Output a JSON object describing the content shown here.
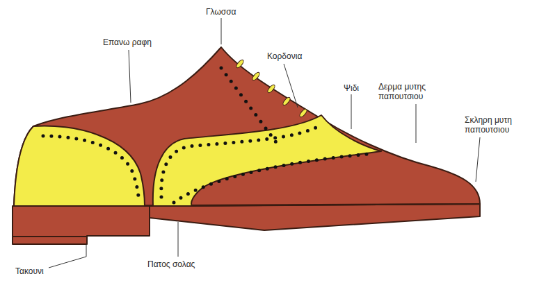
{
  "diagram": {
    "labels": [
      "Γλωσσα",
      "Επανω ραφη",
      "Κορδονια",
      "Ψιδι",
      "Δερμα μυτης παπουτσιου",
      "Σκληρη μυτη παπουτσιου",
      "Πατος σολας",
      "Τακουνι"
    ]
  }
}
